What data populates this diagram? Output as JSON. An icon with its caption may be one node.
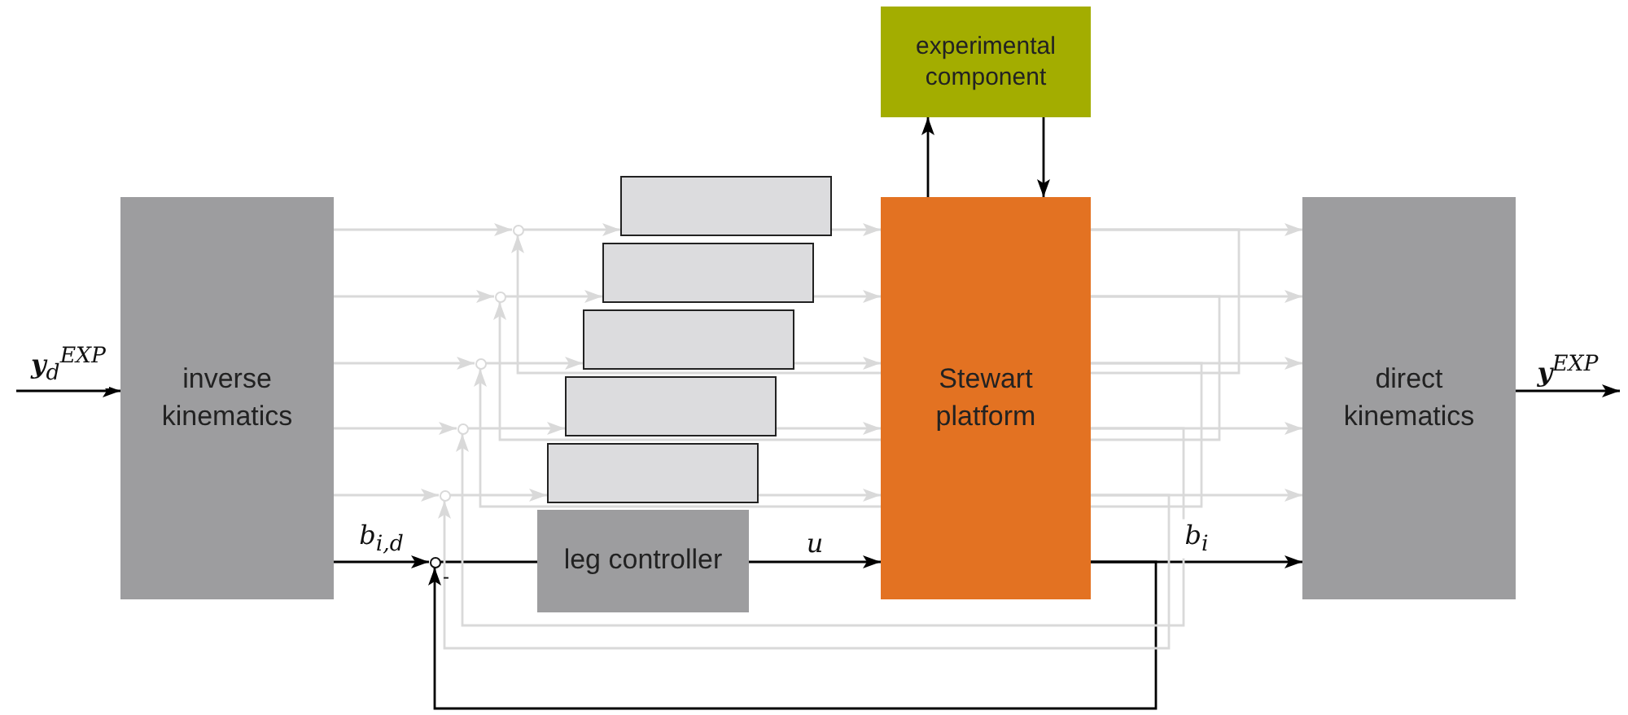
{
  "diagram": {
    "nodes": [
      {
        "text": [
          "inverse kinematics"
        ]
      },
      {
        "text": [
          "experimental component"
        ]
      },
      {
        "text": [
          "Stewart platform"
        ]
      },
      {
        "text": [
          "direct kinematics"
        ]
      },
      {
        "text": [],
        "shape": "box"
      },
      {
        "text": [],
        "shape": "box"
      },
      {
        "text": [],
        "shape": "box"
      },
      {
        "text": [],
        "shape": "box"
      },
      {
        "text": [],
        "shape": "box"
      },
      {
        "text": [
          "leg controller"
        ]
      },
      {
        "text": [],
        "shape": "circle"
      },
      {
        "text": [],
        "shape": "circle"
      },
      {
        "text": [],
        "shape": "circle"
      },
      {
        "text": [],
        "shape": "circle"
      },
      {
        "text": [],
        "shape": "circle"
      },
      {
        "text": [],
        "shape": "circle"
      }
    ],
    "edges": [
      {
        "from": null,
        "to": 0,
        "arrow": "to",
        "label": "**y**$_{d}$$^{EXP}$",
        "color": "#000000"
      },
      {
        "from": 0,
        "to": 10,
        "arrow": "to",
        "label": "b$_{i,d}$",
        "color": "#000000"
      },
      {
        "from": 10,
        "to": 9,
        "arrow": "none",
        "color": "#000000"
      },
      {
        "from": 9,
        "to": 2,
        "arrow": "to",
        "label": "u",
        "color": "#000000"
      },
      {
        "from": 2,
        "to": 1,
        "arrow": "to",
        "color": "#000000"
      },
      {
        "from": 1,
        "to": 2,
        "arrow": "to",
        "color": "#000000"
      },
      {
        "from": 2,
        "to": 3,
        "arrow": "to",
        "label": "b$_{i}$",
        "color": "#000000"
      },
      {
        "from": 3,
        "to": null,
        "arrow": "to",
        "label": "**y**$^{EXP}$",
        "color": "#000000"
      },
      {
        "from": 2,
        "to": 10,
        "arrow": "to",
        "color": "#000000"
      },
      {
        "from": 0,
        "to": 11,
        "arrow": "to"
      },
      {
        "from": 0,
        "to": 12,
        "arrow": "to"
      },
      {
        "from": 0,
        "to": 13,
        "arrow": "to"
      },
      {
        "from": 0,
        "to": 14,
        "arrow": "to"
      },
      {
        "from": 0,
        "to": 15,
        "arrow": "to"
      },
      {
        "from": 11,
        "to": 4,
        "arrow": "to"
      },
      {
        "from": 12,
        "to": 5,
        "arrow": "to"
      },
      {
        "from": 13,
        "to": 6,
        "arrow": "to"
      },
      {
        "from": 14,
        "to": 7,
        "arrow": "to"
      },
      {
        "from": 15,
        "to": 8,
        "arrow": "to"
      },
      {
        "from": 4,
        "to": 2,
        "arrow": "to"
      },
      {
        "from": 5,
        "to": 2,
        "arrow": "to"
      },
      {
        "from": 6,
        "to": 2,
        "arrow": "to"
      },
      {
        "from": 7,
        "to": 2,
        "arrow": "to"
      },
      {
        "from": 8,
        "to": 2,
        "arrow": "to"
      },
      {
        "from": 2,
        "to": 3,
        "arrow": "to"
      },
      {
        "from": 2,
        "to": 3,
        "arrow": "to"
      },
      {
        "from": 2,
        "to": 3,
        "arrow": "to"
      },
      {
        "from": 2,
        "to": 3,
        "arrow": "to"
      },
      {
        "from": 2,
        "to": 3,
        "arrow": "to"
      },
      {
        "from": 2,
        "to": 11,
        "arrow": "to"
      },
      {
        "from": 2,
        "to": 12,
        "arrow": "to"
      },
      {
        "from": 2,
        "to": 13,
        "arrow": "to"
      },
      {
        "from": 2,
        "to": 14,
        "arrow": "to"
      },
      {
        "from": 2,
        "to": 15,
        "arrow": "to"
      }
    ],
    "labels": [
      "-"
    ]
  }
}
